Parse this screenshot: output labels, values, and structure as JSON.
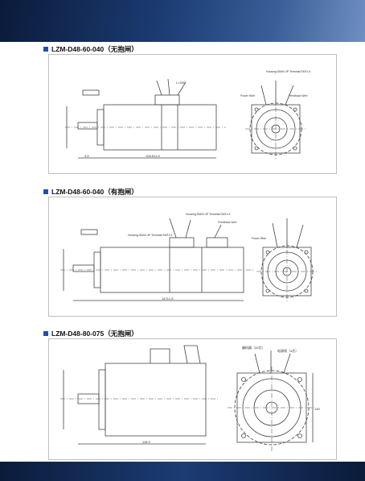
{
  "sections": [
    {
      "title": "LZM-D48-60-040",
      "suffix": "（无抱闸）"
    },
    {
      "title": "LZM-D48-60-040",
      "suffix": "（有抱闸）"
    },
    {
      "title": "LZM-D48-80-075",
      "suffix": "（无抱闸）"
    }
  ],
  "drawing1": {
    "conn_top": "L=300",
    "conn_power": "Housing:SM04 4P\nTerminal:SMT4 4",
    "wire_power": "Power Wire",
    "wire_feedback": "Feedback Wire",
    "dim_len": "3.5",
    "dim_total": "108.5±1.5"
  },
  "drawing2": {
    "conn_brake": "Housing:SM04 4P\nTerminal:SMT4 4",
    "wire_brake": "Feedback Wire",
    "conn_power": "Housing:SM04 4P\nTerminal:SMT4 4",
    "wire_power": "Power Wire",
    "dim_total": "147±1.5"
  },
  "drawing3": {
    "lbl_a": "编码器（20芯）",
    "lbl_b": "电源线（4芯）",
    "dim_total": "118.5",
    "dim_side": "130"
  }
}
